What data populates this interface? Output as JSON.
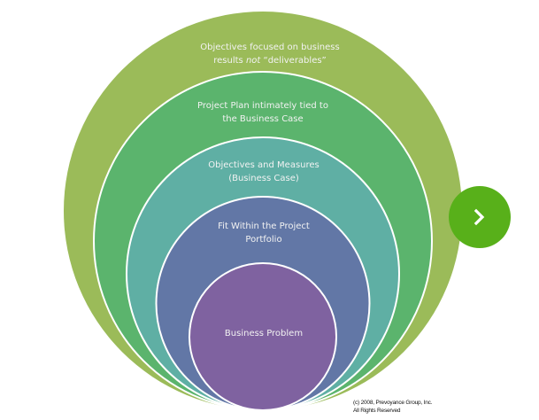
{
  "diagram": {
    "title": "Nested business alignment circles",
    "rings": [
      {
        "id": "objectives-focused",
        "lines": [
          "Objectives focused on business",
          "results ",
          "not",
          " “deliverables”"
        ],
        "color": "#9BBB59"
      },
      {
        "id": "project-plan",
        "lines": [
          "Project Plan intimately  tied to",
          "the Business Case"
        ],
        "color": "#5BB46D"
      },
      {
        "id": "objectives-measures",
        "lines": [
          "Objectives and Measures",
          "(Business Case)"
        ],
        "color": "#5FAFA4"
      },
      {
        "id": "fit-portfolio",
        "lines": [
          "Fit Within the Project",
          "Portfolio"
        ],
        "color": "#6277A6"
      },
      {
        "id": "business-problem",
        "lines": [
          "Business Problem"
        ],
        "color": "#7F62A0"
      }
    ],
    "ring_stroke": "#ffffff"
  },
  "next_button": {
    "icon": "chevron-right-icon",
    "color": "#58B01A"
  },
  "copyright": {
    "line1": "(c) 2008, Prevoyance Group, Inc.",
    "line2": "All Rights Reserved"
  }
}
